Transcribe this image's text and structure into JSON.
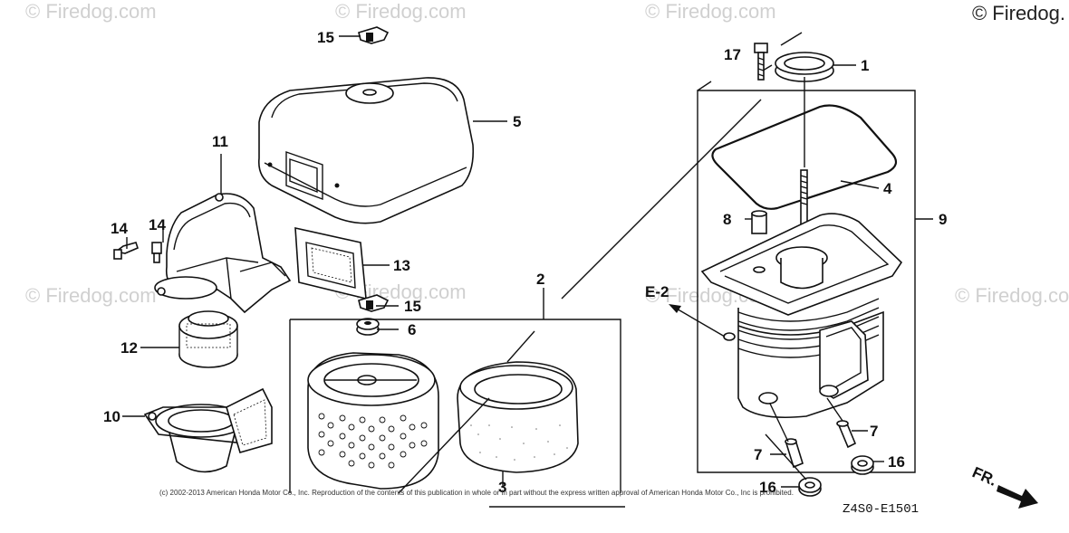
{
  "copyright_corner": "© Firedog.",
  "watermark": "© Firedog.com",
  "callouts": [
    "1",
    "2",
    "3",
    "4",
    "5",
    "6",
    "7",
    "7",
    "8",
    "9",
    "10",
    "11",
    "12",
    "13",
    "14",
    "14",
    "15",
    "15",
    "16",
    "16",
    "17"
  ],
  "ref_label": "E-2",
  "footer_text": "(c) 2002-2013 American Honda Motor Co., Inc. Reproduction of the contents of this publication in whole or in part without the express written approval of American Honda Motor Co., Inc is prohibited.",
  "diagram_code": "Z4S0-E1501",
  "front_label": "FR."
}
